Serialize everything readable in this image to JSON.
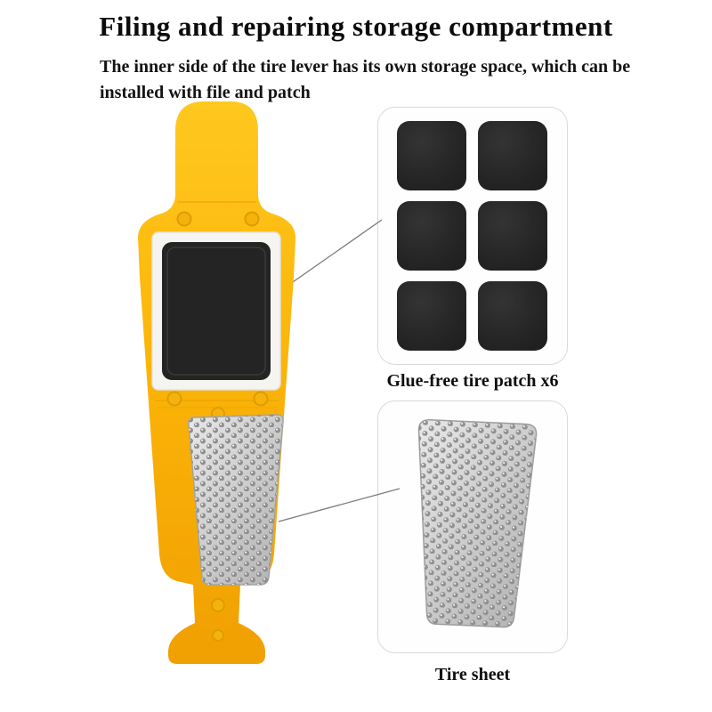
{
  "page": {
    "title": "Filing and repairing storage compartment",
    "subtitle": "The inner side of the tire lever has its own storage space, which can be\ninstalled with file and patch"
  },
  "callouts": {
    "patch": {
      "caption": "Glue-free tire patch x6",
      "count": 6
    },
    "sheet": {
      "caption": "Tire sheet"
    }
  },
  "colors": {
    "lever_yellow": "#FBB307",
    "lever_yellow_dark": "#F2A202",
    "rivet_yellow": "#F6B20C",
    "patch_black": "#262626",
    "file_silver": "#C9C9C9",
    "frame_white": "#F5F4F0",
    "card_border": "#DADADA",
    "connector_gray": "#7A7A7A",
    "text": "#101010"
  }
}
